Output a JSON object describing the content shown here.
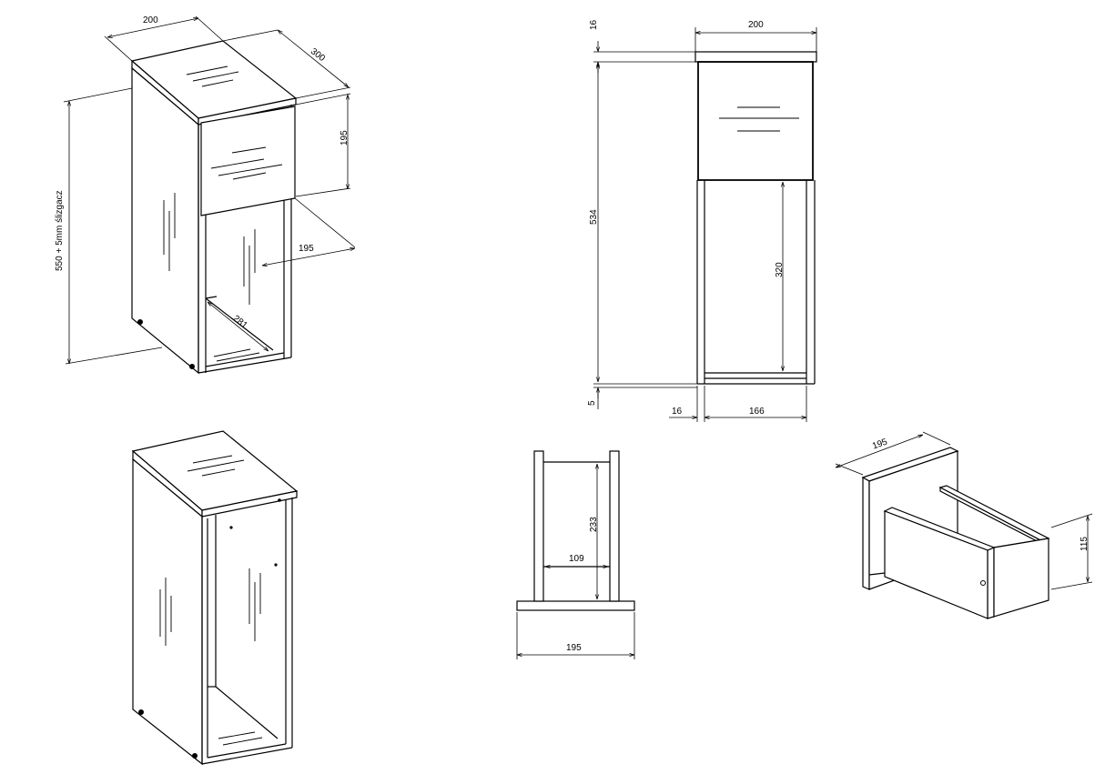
{
  "dimensions": {
    "iso_top_width": "200",
    "iso_top_depth": "300",
    "iso_drawer_height": "195",
    "iso_total_height": "550 + 5mm ślizgacz",
    "iso_drawer_depth": "195",
    "iso_inner_diagonal": "281",
    "front_top_thickness": "16",
    "front_width": "200",
    "front_height": "534",
    "front_opening": "320",
    "front_bottom_gap": "5",
    "front_side_thickness": "16",
    "front_inner_width": "166",
    "side_inner_height": "233",
    "side_inner_width": "109",
    "side_base_width": "195",
    "drawer_depth": "195",
    "drawer_height": "115"
  },
  "colors": {
    "line": "#000000",
    "background": "#ffffff"
  }
}
